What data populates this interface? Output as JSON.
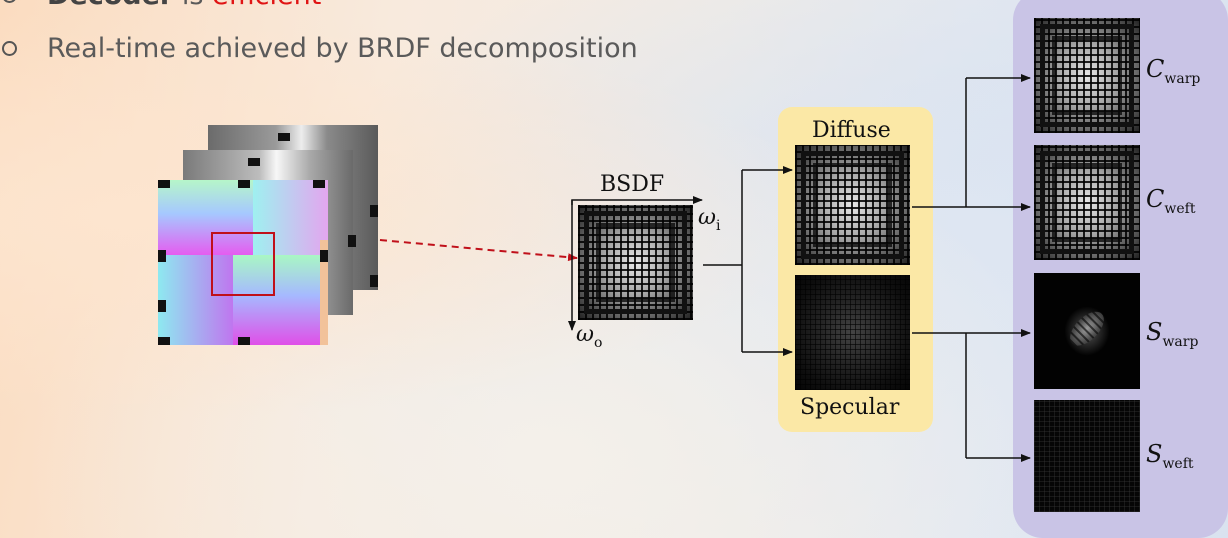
{
  "bullets": {
    "b1": {
      "bold": "Decoder",
      "mid": " is ",
      "red": "efficient"
    },
    "b2": {
      "text": "Real-time achieved by BRDF decomposition"
    }
  },
  "diagram": {
    "bsdf_label": "BSDF",
    "omega": "ω",
    "omega_i_sub": "i",
    "omega_o_sub": "o",
    "diffuse_label": "Diffuse",
    "specular_label": "Specular",
    "outputs": [
      {
        "sym": "C",
        "sub": "warp"
      },
      {
        "sym": "C",
        "sub": "weft"
      },
      {
        "sym": "S",
        "sub": "warp"
      },
      {
        "sym": "S",
        "sub": "weft"
      }
    ]
  },
  "colors": {
    "accent_red": "#e01414",
    "panel_yellow": "#fbe8a6",
    "panel_purple": "#c9c4e6",
    "dashed_arrow": "#c0101a"
  }
}
